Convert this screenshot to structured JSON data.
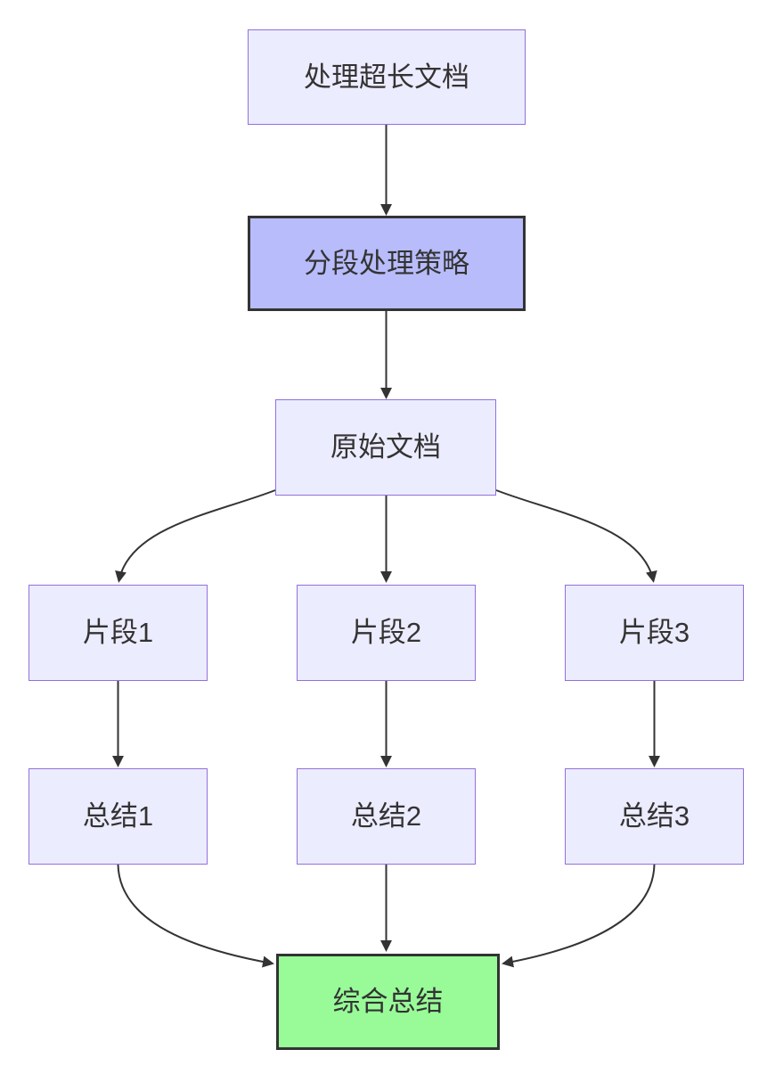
{
  "diagram": {
    "type": "flowchart",
    "direction": "top-down",
    "colors": {
      "default_fill": "#ECECFF",
      "default_border": "#9370DB",
      "highlight_fill": "#b8bcfa",
      "highlight_border": "#333333",
      "result_fill": "#98FB98",
      "result_border": "#333333",
      "edge_color": "#333333",
      "text_color": "#333333",
      "background": "#ffffff"
    },
    "nodes": [
      {
        "id": "process",
        "label": "处理超长文档",
        "style": "default"
      },
      {
        "id": "strategy",
        "label": "分段处理策略",
        "style": "highlight"
      },
      {
        "id": "doc",
        "label": "原始文档",
        "style": "default"
      },
      {
        "id": "chunk1",
        "label": "片段1",
        "style": "default"
      },
      {
        "id": "chunk2",
        "label": "片段2",
        "style": "default"
      },
      {
        "id": "chunk3",
        "label": "片段3",
        "style": "default"
      },
      {
        "id": "summary1",
        "label": "总结1",
        "style": "default"
      },
      {
        "id": "summary2",
        "label": "总结2",
        "style": "default"
      },
      {
        "id": "summary3",
        "label": "总结3",
        "style": "default"
      },
      {
        "id": "final",
        "label": "综合总结",
        "style": "result"
      }
    ],
    "edges": [
      {
        "from": "process",
        "to": "strategy"
      },
      {
        "from": "strategy",
        "to": "doc"
      },
      {
        "from": "doc",
        "to": "chunk1"
      },
      {
        "from": "doc",
        "to": "chunk2"
      },
      {
        "from": "doc",
        "to": "chunk3"
      },
      {
        "from": "chunk1",
        "to": "summary1"
      },
      {
        "from": "chunk2",
        "to": "summary2"
      },
      {
        "from": "chunk3",
        "to": "summary3"
      },
      {
        "from": "summary1",
        "to": "final"
      },
      {
        "from": "summary2",
        "to": "final"
      },
      {
        "from": "summary3",
        "to": "final"
      }
    ]
  }
}
